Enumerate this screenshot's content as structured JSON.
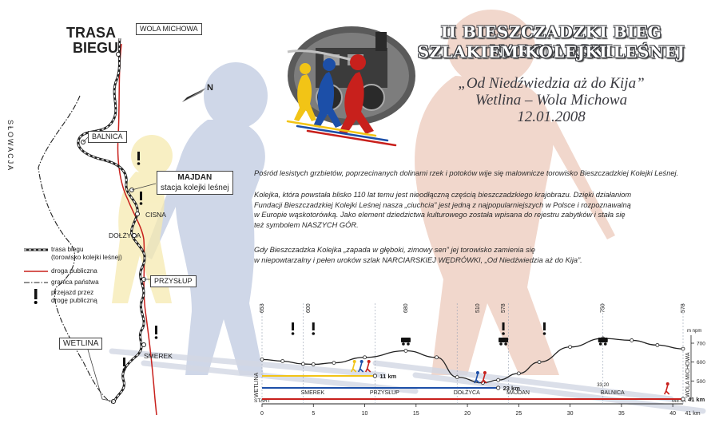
{
  "title": {
    "line1": "II BIESZCZADZKI BIEG NARCIARSKI",
    "line2": "SZLAKIEM KOLEJKI LEŚNEJ"
  },
  "subtitle": {
    "motto": "„Od Niedźwiedzia aż do Kija”",
    "route": "Wetlina – Wola Michowa",
    "date": "12.01.2008"
  },
  "paragraphs": [
    [
      "Pośród lesistych grzbietów, poprzecinanych dolinami rzek i potoków wije się malownicze torowisko Bieszczadzkiej Kolejki Leśnej."
    ],
    [
      "Kolejka, która powstała blisko 110 lat temu jest nieodłączną częścią bieszczadzkiego krajobrazu. Dzięki działaniom",
      "Fundacji Bieszczadzkiej Kolejki Leśnej nasza „ciuchcia” jest jedną  z najpopularniejszych w Polsce i rozpoznawalną",
      "w Europie wąskotorówką. Jako element dziedzictwa kulturowego została wpisana do rejestru zabytków i stała się",
      "też symbolem NASZYCH GÓR."
    ],
    [
      "Gdy Bieszczadzka Kolejka „zapada w głęboki, zimowy sen” jej torowisko zamienia się",
      "w niepowtarzalny i pełen uroków szlak NARCIARSKIEJ WĘDRÓWKI, „Od Niedźwiedzia aż do Kija”."
    ]
  ],
  "map": {
    "heading": [
      "TRASA",
      "BIEGU"
    ],
    "border_label": "SŁOWACJA",
    "boxed_places": [
      "WOLA MICHOWA",
      "BALNICA",
      "PRZYSŁUP",
      "WETLINA"
    ],
    "majdan": [
      "MAJDAN",
      "stacja kolejki leśnej"
    ],
    "plain_places": [
      "CISNA",
      "DOŁŻYCA",
      "SMEREK"
    ],
    "north": "N"
  },
  "legend": [
    {
      "text": [
        "trasa biegu",
        "(torowisko kolejki leśnej)"
      ]
    },
    {
      "text": [
        "droga publiczna"
      ]
    },
    {
      "text": [
        "granica państwa"
      ]
    },
    {
      "text": [
        "przejazd przez",
        "drogę publiczną"
      ]
    }
  ],
  "chart_data": {
    "type": "line",
    "title": "",
    "xlabel": "",
    "ylabel": "m npm",
    "x_label_start": "START",
    "x_label_end": "META",
    "xlim": [
      0,
      41
    ],
    "ylim": [
      400,
      700
    ],
    "x_ticks": [
      0,
      5,
      10,
      15,
      20,
      25,
      30,
      35,
      40
    ],
    "x_tick_end_label": "41 km",
    "y_ticks": [
      500,
      600,
      700
    ],
    "profile": {
      "x": [
        0,
        2,
        4,
        5,
        7,
        10,
        14,
        17,
        19,
        21.5,
        23,
        25,
        27,
        30,
        33.2,
        36,
        38.5,
        41
      ],
      "y": [
        614,
        605,
        590,
        588,
        596,
        625,
        660,
        625,
        520,
        490,
        505,
        540,
        600,
        680,
        725,
        715,
        690,
        670
      ]
    },
    "elevation_labels": [
      {
        "x": 0,
        "label": "653"
      },
      {
        "x": 4.5,
        "label": "600"
      },
      {
        "x": 14,
        "label": "680"
      },
      {
        "x": 21,
        "label": "510"
      },
      {
        "x": 23.5,
        "label": "578"
      },
      {
        "x": 33.2,
        "label": "750"
      },
      {
        "x": 41,
        "label": "578"
      }
    ],
    "stations": [
      {
        "name": "WETLINA",
        "x": 0
      },
      {
        "name": "SMEREK",
        "x": 4
      },
      {
        "name": "PRZYSŁUP",
        "x": 11
      },
      {
        "name": "DOŁŻYCA",
        "x": 19
      },
      {
        "name": "MAJDAN",
        "x": 24
      },
      {
        "name": "BALNICA",
        "x": 33.2
      },
      {
        "name": "WOLA MICHOWA",
        "x": 41
      }
    ],
    "balnica_km": "33,20",
    "crossings_x": [
      3,
      5,
      23.5,
      27.5
    ],
    "series": [
      {
        "name": "11 km",
        "start": 0,
        "end": 11,
        "color": "#f2c416"
      },
      {
        "name": "23 km",
        "start": 0,
        "end": 23,
        "color": "#1c4fa8"
      },
      {
        "name": "41 km",
        "start": 0,
        "end": 41,
        "color": "#c8201c"
      }
    ]
  },
  "colors": {
    "title_outline": "#33353a",
    "route": "#c8201c",
    "yellow": "#f2c416",
    "blue": "#1c4fa8",
    "red": "#c8201c",
    "shadow_blue": "#c9d2e6",
    "shadow_red": "#efd2c6"
  }
}
